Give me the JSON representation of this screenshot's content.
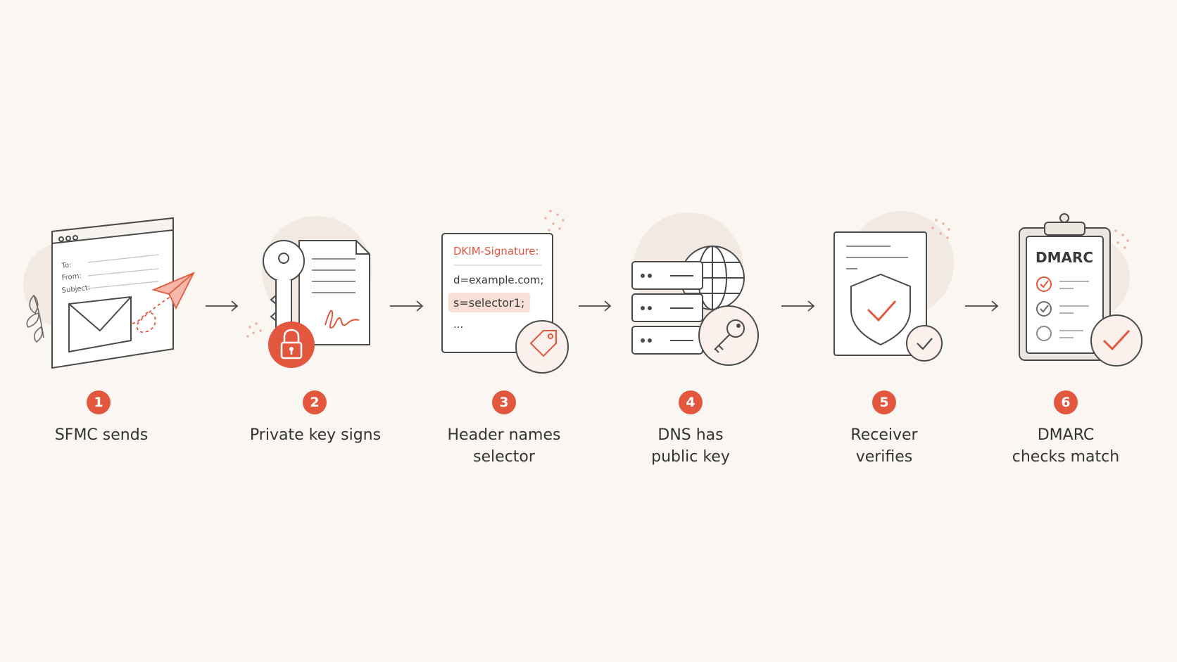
{
  "steps": [
    {
      "number": "1",
      "label": "SFMC sends"
    },
    {
      "number": "2",
      "label": "Private key signs"
    },
    {
      "number": "3",
      "label": "Header names\nselector"
    },
    {
      "number": "4",
      "label": "DNS has\npublic key"
    },
    {
      "number": "5",
      "label": "Receiver\nverifies"
    },
    {
      "number": "6",
      "label": "DMARC\nchecks match"
    }
  ],
  "email_form": {
    "to": "To:",
    "from": "From:",
    "subject": "Subject:"
  },
  "dkim_card": {
    "header": "DKIM-Signature:",
    "domain_line": "d=example.com;",
    "selector_line": "s=selector1;",
    "ellipsis": "..."
  },
  "dmarc_card": {
    "title": "DMARC"
  },
  "colors": {
    "accent": "#e4573f",
    "ink": "#4a4a4a",
    "blob": "#f3e9e3",
    "paper": "#ffffff"
  },
  "icons": [
    "email-window-icon",
    "paper-plane-icon",
    "key-icon",
    "lock-icon",
    "document-icon",
    "signature-icon",
    "tag-icon",
    "server-stack-icon",
    "globe-icon",
    "key-badge-icon",
    "shield-check-icon",
    "check-badge-icon",
    "clipboard-icon",
    "arrow-right-icon"
  ]
}
